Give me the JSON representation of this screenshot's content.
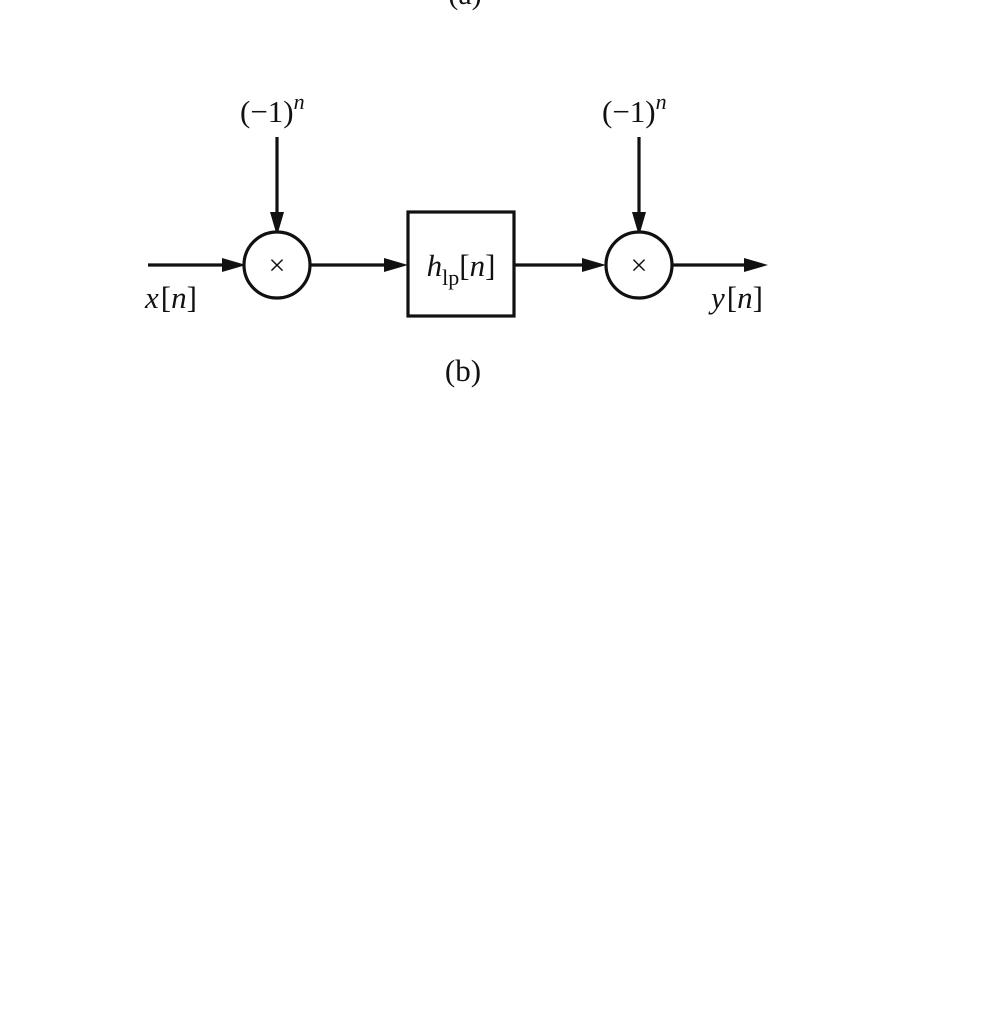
{
  "diagram": {
    "top_caption_partial": "(a)",
    "modulator_left": {
      "base": "(−1)",
      "exponent": "n"
    },
    "modulator_right": {
      "base": "(−1)",
      "exponent": "n"
    },
    "multiplier_symbol": "×",
    "filter": {
      "main": "h",
      "subscript": "lp",
      "arg_open": "[",
      "arg": "n",
      "arg_close": "]"
    },
    "input": {
      "var": "x",
      "open": "[",
      "arg": "n",
      "close": "]"
    },
    "output": {
      "var": "y",
      "open": "[",
      "arg": "n",
      "close": "]"
    },
    "caption": "(b)"
  },
  "colors": {
    "ink": "#111111",
    "background": "#ffffff"
  }
}
